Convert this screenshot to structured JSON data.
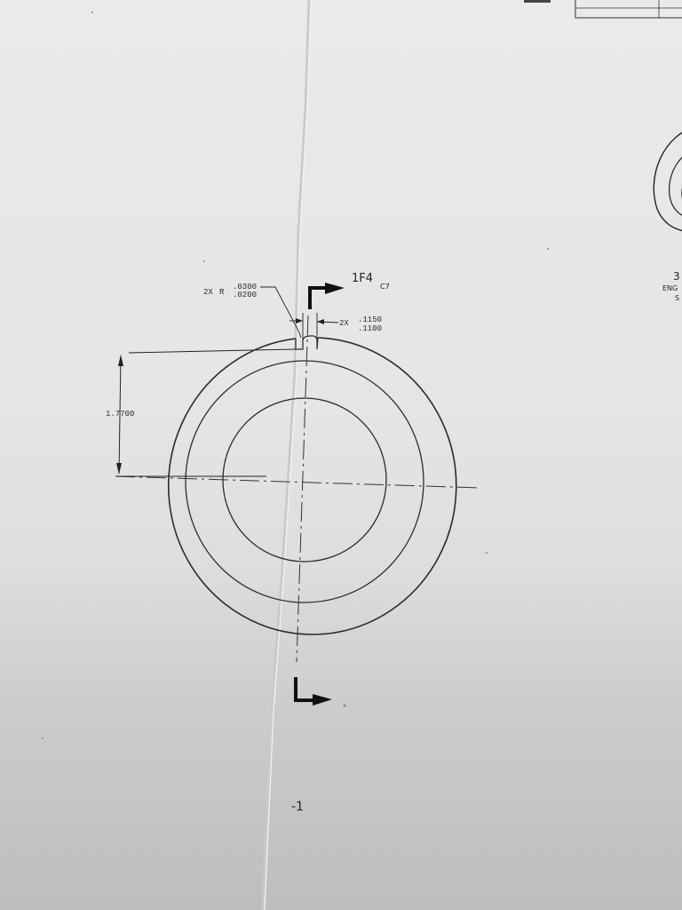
{
  "section_label": {
    "main": "1F4",
    "sub": "C7"
  },
  "slot_radius_note": {
    "count": "2X",
    "prefix": "R",
    "upper": ".0300",
    "lower": ".0200"
  },
  "slot_width_note": {
    "count": "2X",
    "upper": ".1150",
    "lower": ".1100"
  },
  "height_dimension": "1.7700",
  "page_marker": "-1",
  "right_view_fragment": {
    "number": "3",
    "line1": "ENG",
    "line2": "S"
  }
}
